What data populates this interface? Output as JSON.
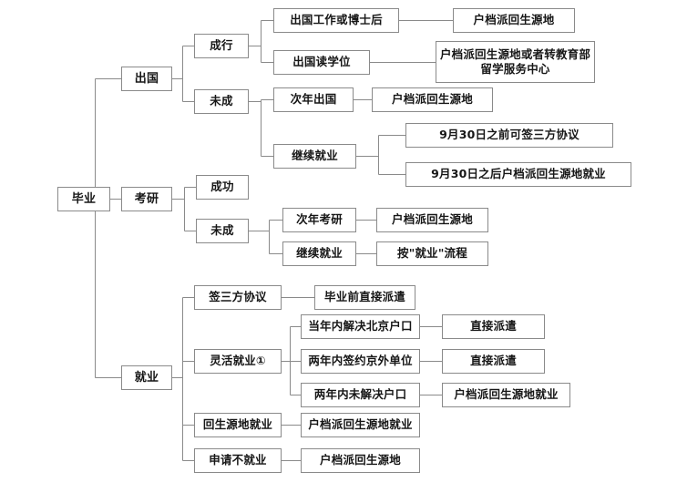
{
  "diagram": {
    "title": "毕业去向流程图",
    "type": "flowchart-tree",
    "background_color": "#ffffff",
    "box_border_color": "#8a8a8a",
    "line_color": "#8a8a8a",
    "text_color": "#161616",
    "nodes": {
      "root": "毕业",
      "b1": "出国",
      "b1_1": "成行",
      "b1_1_1": "出国工作或博士后",
      "b1_1_1_1": "户档派回生源地",
      "b1_1_2": "出国读学位",
      "b1_1_2_1": "户档派回生源地或者转教育部\n留学服务中心",
      "b1_2": "未成",
      "b1_2_1": "次年出国",
      "b1_2_1_1": "户档派回生源地",
      "b1_2_2": "继续就业",
      "b1_2_2_1": "9月30日之前可签三方协议",
      "b1_2_2_2": "9月30日之后户档派回生源地就业",
      "b2": "考研",
      "b2_1": "成功",
      "b2_2": "未成",
      "b2_2_1": "次年考研",
      "b2_2_1_1": "户档派回生源地",
      "b2_2_2": "继续就业",
      "b2_2_2_1": "按\"就业\"流程",
      "b3": "就业",
      "b3_1": "签三方协议",
      "b3_1_1": "毕业前直接派遣",
      "b3_2": "灵活就业①",
      "b3_2_1": "当年内解决北京户口",
      "b3_2_1_1": "直接派遣",
      "b3_2_2": "两年内签约京外单位",
      "b3_2_2_1": "直接派遣",
      "b3_2_3": "两年内未解决户口",
      "b3_2_3_1": "户档派回生源地就业",
      "b3_3": "回生源地就业",
      "b3_3_1": "户档派回生源地就业",
      "b3_4": "申请不就业",
      "b3_4_1": "户档派回生源地"
    }
  }
}
